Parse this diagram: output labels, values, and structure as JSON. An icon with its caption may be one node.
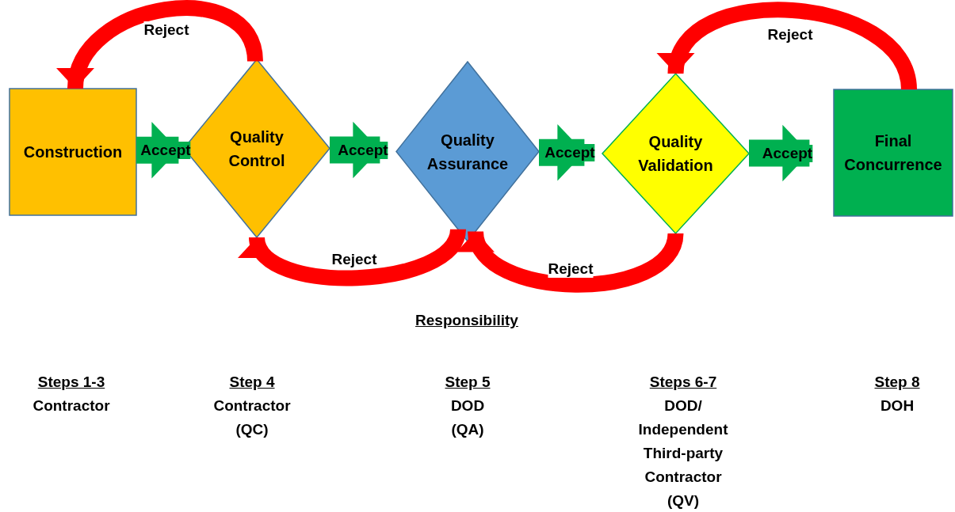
{
  "diagram": {
    "nodes": [
      {
        "text": [
          "Construction"
        ]
      },
      {
        "text": [
          "Quality Control"
        ]
      },
      {
        "text": [
          "Quality Assurance"
        ]
      },
      {
        "text": [
          "Quality Validation"
        ]
      },
      {
        "text": [
          "Final Concurrence"
        ]
      }
    ],
    "edges": [
      {
        "from": 0,
        "to": 1,
        "arrow": "to",
        "label": "Accept",
        "color": "#00b050"
      },
      {
        "from": 1,
        "to": 2,
        "arrow": "to",
        "label": "Accept",
        "color": "#00b050"
      },
      {
        "from": 2,
        "to": 3,
        "arrow": "to",
        "label": "Accept",
        "color": "#00b050"
      },
      {
        "from": 3,
        "to": 4,
        "arrow": "to",
        "label": "Accept",
        "color": "#00b050"
      },
      {
        "from": 1,
        "to": 0,
        "arrow": "to",
        "label": "Reject",
        "color": "#ff0000"
      },
      {
        "from": 2,
        "to": 1,
        "arrow": "to",
        "label": "Reject",
        "color": "#ff0000"
      },
      {
        "from": 3,
        "to": 2,
        "arrow": "to",
        "label": "Reject",
        "color": "#ff0000"
      },
      {
        "from": 4,
        "to": 3,
        "arrow": "to",
        "label": "Reject",
        "color": "#ff0000"
      }
    ],
    "labels": [
      "Responsibility",
      "Steps 1-3",
      "Contractor",
      "Step 4",
      "Contractor (QC)",
      "Step 5",
      "DOD (QA)",
      "Steps 6-7",
      "DOD/ Independent Third-party Contractor (QV)",
      "Step 8",
      "DOH"
    ]
  }
}
